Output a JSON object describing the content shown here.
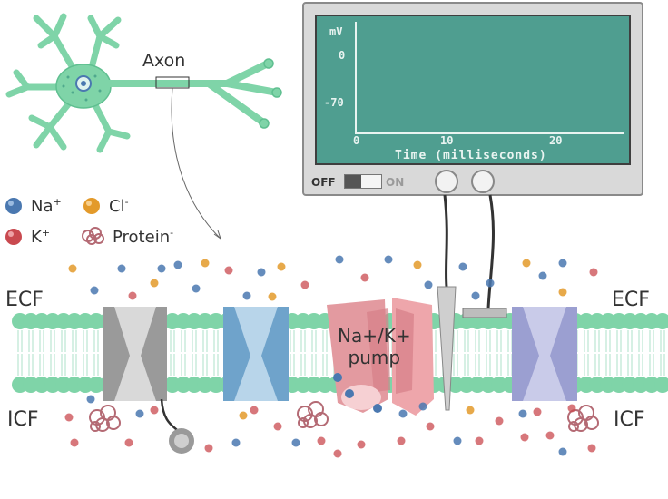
{
  "labels": {
    "axon": "Axon",
    "ecf": "ECF",
    "icf": "ICF",
    "pump": "Na+/K+\npump"
  },
  "legend": [
    {
      "ion": "Na",
      "sup": "+",
      "color": "#4a78b0"
    },
    {
      "ion": "Cl",
      "sup": "-",
      "color": "#e39a2a"
    },
    {
      "ion": "K",
      "sup": "+",
      "color": "#c9494f"
    },
    {
      "ion": "Protein",
      "sup": "-",
      "color": "#b46a74"
    }
  ],
  "oscilloscope": {
    "y_unit": "mV",
    "y_ticks": [
      "0",
      "-70"
    ],
    "x_ticks": [
      "0",
      "10",
      "20"
    ],
    "x_label": "Time (milliseconds)",
    "switch_off": "OFF",
    "switch_on": "ON",
    "screen_color": "#4f9e90",
    "bezel_color": "#d4d4d4"
  },
  "colors": {
    "neuron": "#7fd4a8",
    "membrane_head": "#7fd4a8",
    "na_ion": "#4a78b0",
    "k_ion": "#c9494f",
    "cl_ion": "#e39a2a"
  }
}
